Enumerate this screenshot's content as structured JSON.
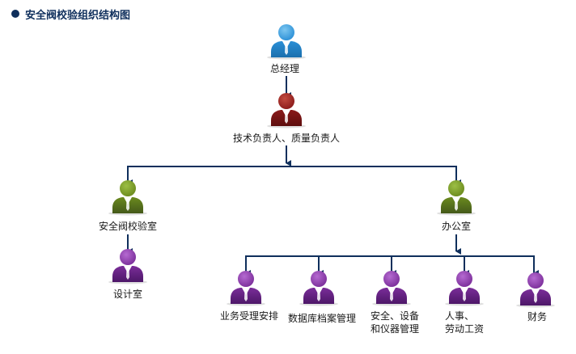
{
  "title": "安全阀校验组织结构图",
  "colors": {
    "connector": "#0f2f5c",
    "blue": "#2a8fd6",
    "red": "#8a1a1a",
    "green": "#6b8a1e",
    "purple": "#7a2d99"
  },
  "nodes": [
    {
      "id": "gm",
      "label": "总经理",
      "color": "blue",
      "icon": "person-icon"
    },
    {
      "id": "tech",
      "label": "技术负责人、质量负责人",
      "color": "red",
      "icon": "person-icon"
    },
    {
      "id": "lab",
      "label": "安全阀校验室",
      "color": "green",
      "icon": "person-icon"
    },
    {
      "id": "office",
      "label": "办公室",
      "color": "green",
      "icon": "person-icon"
    },
    {
      "id": "design",
      "label": "设计室",
      "color": "purple",
      "icon": "person-icon"
    },
    {
      "id": "business",
      "label": "业务受理安排",
      "color": "purple",
      "icon": "person-icon"
    },
    {
      "id": "database",
      "label": "数据库档案管理",
      "color": "purple",
      "icon": "person-icon"
    },
    {
      "id": "safety",
      "label_lines": [
        "安全、设备",
        "和仪器管理"
      ],
      "color": "purple",
      "icon": "person-icon"
    },
    {
      "id": "hr",
      "label_lines": [
        "人事、",
        "劳动工资"
      ],
      "color": "purple",
      "icon": "person-icon"
    },
    {
      "id": "finance",
      "label": "财务",
      "color": "purple",
      "icon": "person-icon"
    }
  ],
  "edges": [
    [
      "gm",
      "tech"
    ],
    [
      "tech",
      "lab"
    ],
    [
      "tech",
      "office"
    ],
    [
      "lab",
      "design"
    ],
    [
      "office",
      "business"
    ],
    [
      "office",
      "database"
    ],
    [
      "office",
      "safety"
    ],
    [
      "office",
      "hr"
    ],
    [
      "office",
      "finance"
    ]
  ]
}
